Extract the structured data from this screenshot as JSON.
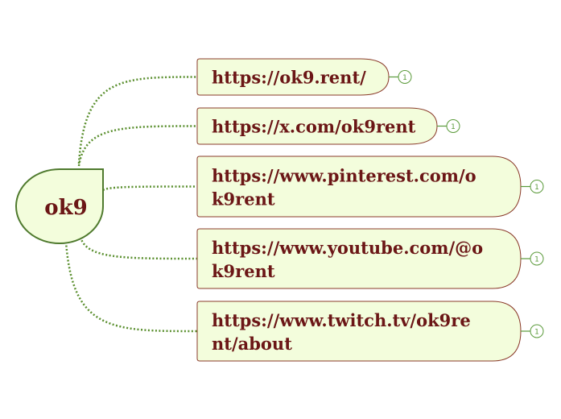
{
  "central": {
    "label": "ok9"
  },
  "branches": [
    {
      "lines": [
        "https://ok9.rent/"
      ],
      "count": "1"
    },
    {
      "lines": [
        "https://x.com/ok9rent"
      ],
      "count": "1"
    },
    {
      "lines": [
        "https://www.pinterest.com/o",
        "k9rent"
      ],
      "count": "1"
    },
    {
      "lines": [
        "https://www.youtube.com/@o",
        "k9rent"
      ],
      "count": "1"
    },
    {
      "lines": [
        "https://www.twitch.tv/ok9re",
        "nt/about"
      ],
      "count": "1"
    }
  ],
  "colors": {
    "node_fill": "#f3fddc",
    "node_stroke": "#8a3a2a",
    "central_fill": "#f3fddc",
    "central_stroke": "#4f7a2e",
    "connector": "#5a8f2e",
    "text": "#6b1616",
    "count": "#5a9a3a"
  }
}
